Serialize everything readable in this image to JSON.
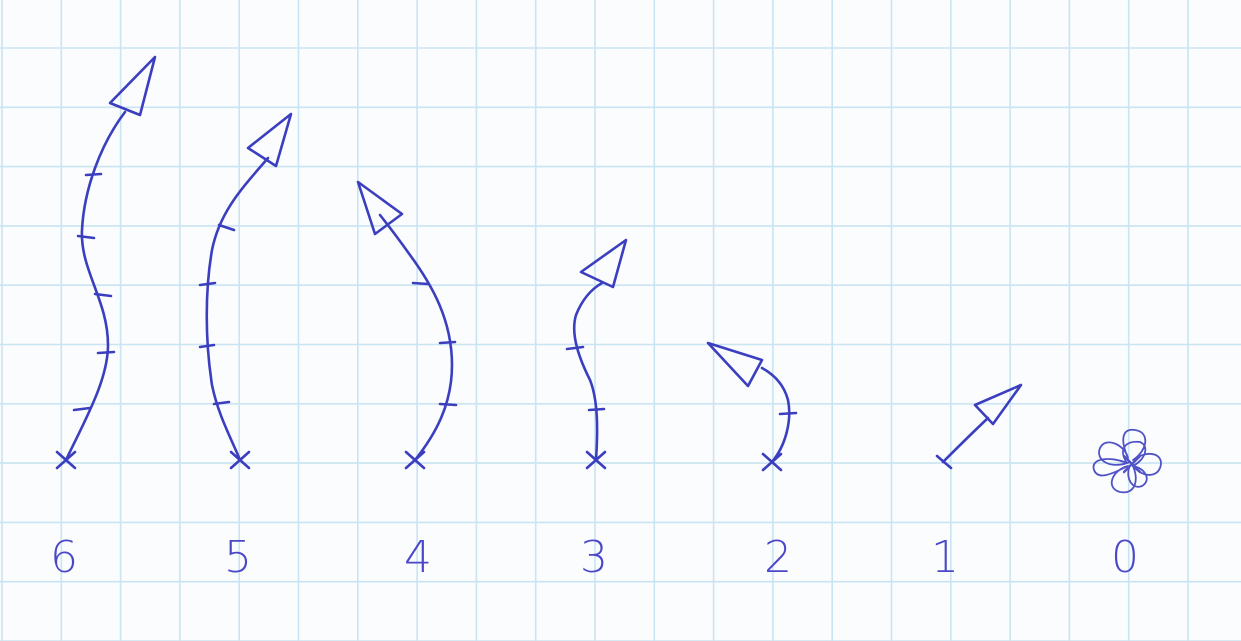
{
  "colors": {
    "paper": "#fbfcfd",
    "grid": "#c9e4f2",
    "ink": "#3b3fbf"
  },
  "figures": [
    {
      "label": "6",
      "segments": 6,
      "icon": "curved-arrow-icon"
    },
    {
      "label": "5",
      "segments": 5,
      "icon": "curved-arrow-icon"
    },
    {
      "label": "4",
      "segments": 4,
      "icon": "curved-arrow-icon"
    },
    {
      "label": "3",
      "segments": 3,
      "icon": "curved-arrow-icon"
    },
    {
      "label": "2",
      "segments": 2,
      "icon": "curved-arrow-icon"
    },
    {
      "label": "1",
      "segments": 1,
      "icon": "short-arrow-icon"
    },
    {
      "label": "0",
      "segments": 0,
      "icon": "scribble-icon"
    }
  ]
}
